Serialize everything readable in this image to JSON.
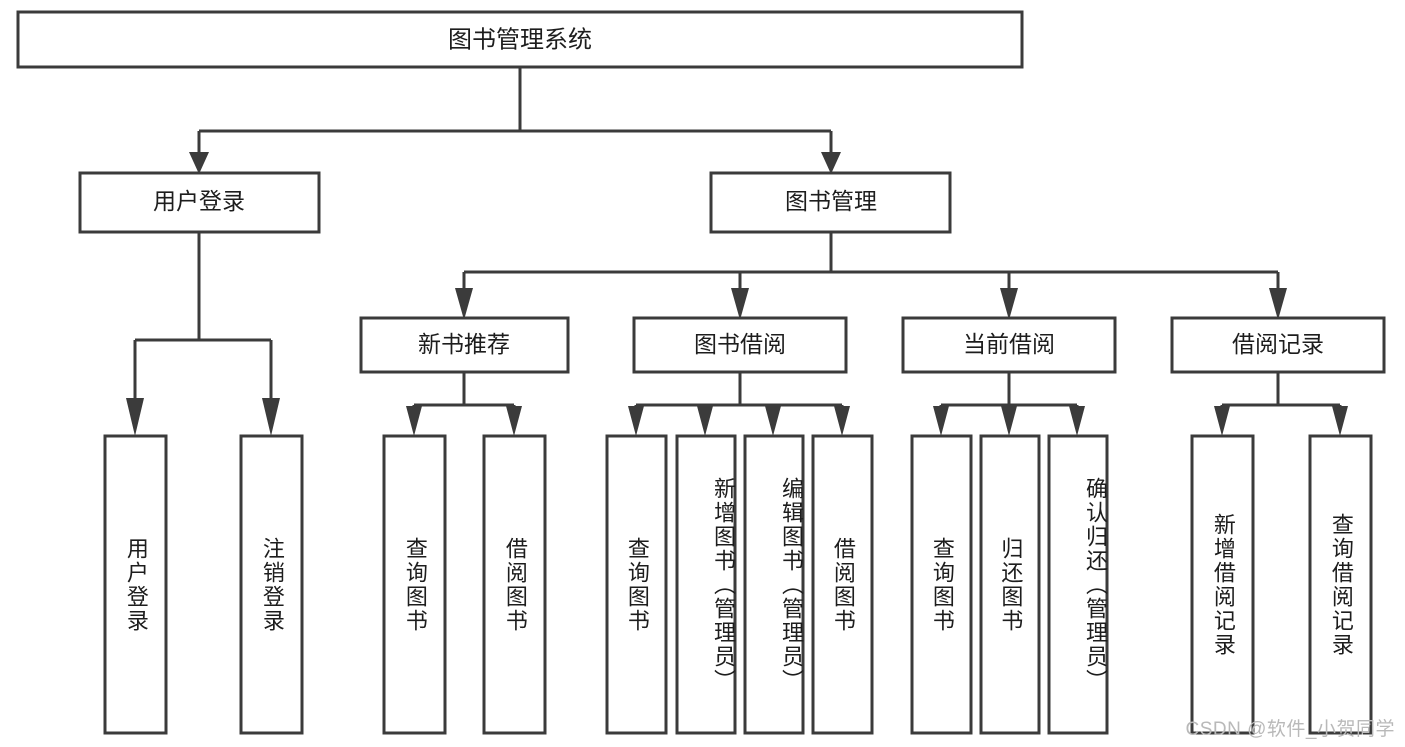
{
  "diagram": {
    "type": "tree",
    "title": "图书管理系统",
    "watermark": "CSDN @软件_小贺同学",
    "root": {
      "id": "root",
      "label": "图书管理系统",
      "orientation": "horizontal"
    },
    "level2": [
      {
        "id": "user-login",
        "label": "用户登录",
        "orientation": "horizontal"
      },
      {
        "id": "book-manage",
        "label": "图书管理",
        "orientation": "horizontal"
      }
    ],
    "level3": [
      {
        "id": "new-book-recommend",
        "label": "新书推荐",
        "parent": "book-manage",
        "orientation": "horizontal"
      },
      {
        "id": "book-borrow",
        "label": "图书借阅",
        "parent": "book-manage",
        "orientation": "horizontal"
      },
      {
        "id": "current-borrow",
        "label": "当前借阅",
        "parent": "book-manage",
        "orientation": "horizontal"
      },
      {
        "id": "borrow-record",
        "label": "借阅记录",
        "parent": "book-manage",
        "orientation": "horizontal"
      }
    ],
    "leaves": [
      {
        "id": "leaf-user-login",
        "label": "用户登录",
        "parent": "user-login",
        "orientation": "vertical"
      },
      {
        "id": "leaf-logout",
        "label": "注销登录",
        "parent": "user-login",
        "orientation": "vertical"
      },
      {
        "id": "leaf-query-book-1",
        "label": "查询图书",
        "parent": "new-book-recommend",
        "orientation": "vertical"
      },
      {
        "id": "leaf-borrow-book-1",
        "label": "借阅图书",
        "parent": "new-book-recommend",
        "orientation": "vertical"
      },
      {
        "id": "leaf-query-book-2",
        "label": "查询图书",
        "parent": "book-borrow",
        "orientation": "vertical"
      },
      {
        "id": "leaf-add-book",
        "label": "新增图书（管理员）",
        "parent": "book-borrow",
        "orientation": "vertical"
      },
      {
        "id": "leaf-edit-book",
        "label": "编辑图书（管理员）",
        "parent": "book-borrow",
        "orientation": "vertical"
      },
      {
        "id": "leaf-borrow-book-2",
        "label": "借阅图书",
        "parent": "book-borrow",
        "orientation": "vertical"
      },
      {
        "id": "leaf-query-book-3",
        "label": "查询图书",
        "parent": "current-borrow",
        "orientation": "vertical"
      },
      {
        "id": "leaf-return-book",
        "label": "归还图书",
        "parent": "current-borrow",
        "orientation": "vertical"
      },
      {
        "id": "leaf-confirm-return",
        "label": "确认归还（管理员）",
        "parent": "current-borrow",
        "orientation": "vertical"
      },
      {
        "id": "leaf-add-record",
        "label": "新增借阅记录",
        "parent": "borrow-record",
        "orientation": "vertical"
      },
      {
        "id": "leaf-query-record",
        "label": "查询借阅记录",
        "parent": "borrow-record",
        "orientation": "vertical"
      }
    ],
    "colors": {
      "stroke": "#3b3b3b",
      "fill": "#ffffff",
      "text": "#1d1d1d",
      "watermark": "#b9b9b9"
    }
  }
}
